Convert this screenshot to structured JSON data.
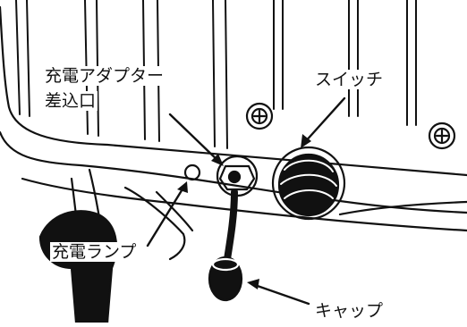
{
  "labels": {
    "charger_port_line1": "充電アダプター",
    "charger_port_line2": "差込口",
    "switch": "スイッチ",
    "charge_lamp": "充電ランプ",
    "cap": "キャップ"
  },
  "colors": {
    "ink": "#111111",
    "paper": "#ffffff"
  }
}
